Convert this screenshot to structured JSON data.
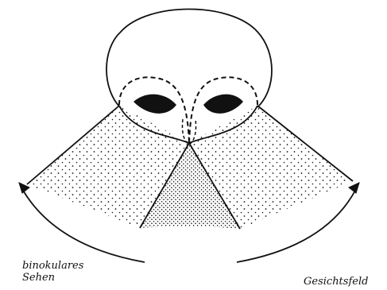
{
  "labels": {
    "binocular_line1": "binokulares",
    "binocular_line2": "Sehen",
    "field": "Gesichtsfeld"
  },
  "colors": {
    "ink": "#111111",
    "background": "#ffffff"
  }
}
